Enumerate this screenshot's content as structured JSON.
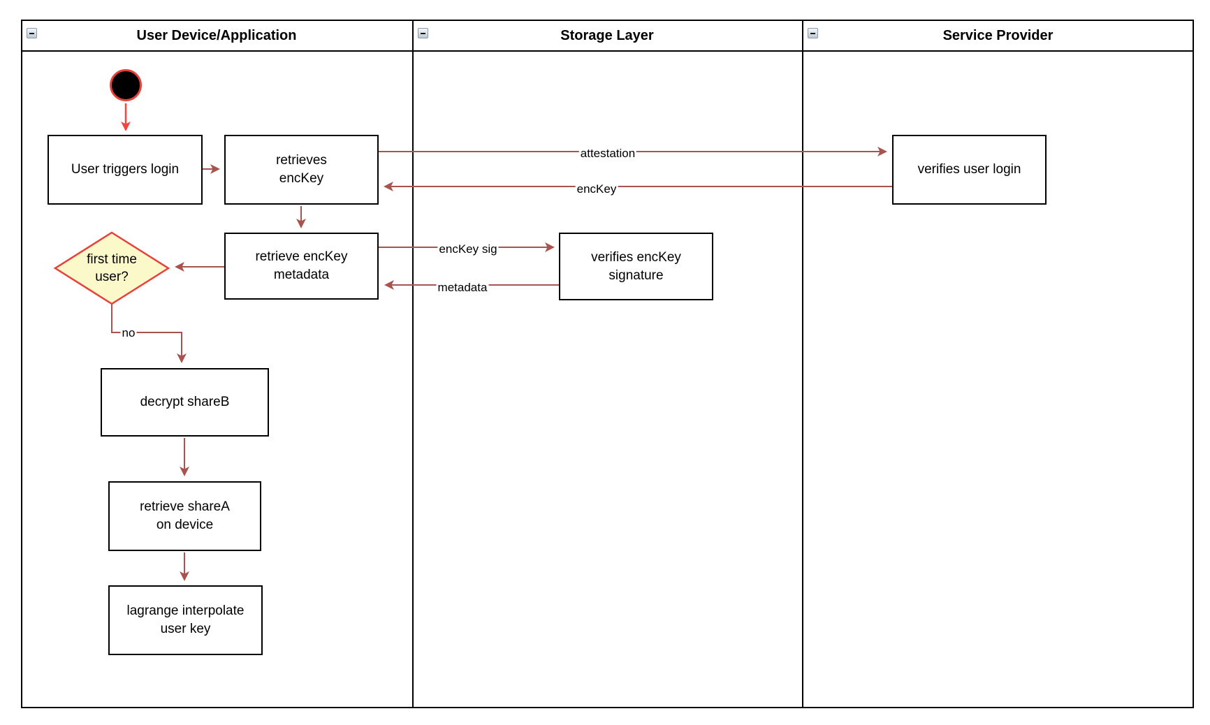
{
  "lanes": [
    {
      "title": "User Device/Application",
      "collapse_icon": "minus"
    },
    {
      "title": "Storage Layer",
      "collapse_icon": "minus"
    },
    {
      "title": "Service Provider",
      "collapse_icon": "minus"
    }
  ],
  "nodes": {
    "user_triggers_login": "User triggers login",
    "retrieves_enckey": "retrieves\nencKey",
    "verifies_user_login": "verifies user login",
    "retrieve_enckey_metadata": "retrieve encKey\nmetadata",
    "verifies_enckey_signature": "verifies encKey\nsignature",
    "first_time_user": "first time\nuser?",
    "decrypt_shareb": "decrypt shareB",
    "retrieve_sharea": "retrieve shareA\non device",
    "lagrange_interpolate": "lagrange interpolate\nuser key"
  },
  "edge_labels": {
    "attestation": "attestation",
    "enckey": "encKey",
    "enckey_sig": "encKey sig",
    "metadata": "metadata",
    "no": "no"
  },
  "colors": {
    "arrow": "#A8544E",
    "start-arrow": "#F4453C",
    "diamond-fill": "#FBF8C9",
    "diamond-border": "#E8403A",
    "node-border": "#000000",
    "node-fill": "#FFFFFF",
    "start-fill": "#000000"
  }
}
